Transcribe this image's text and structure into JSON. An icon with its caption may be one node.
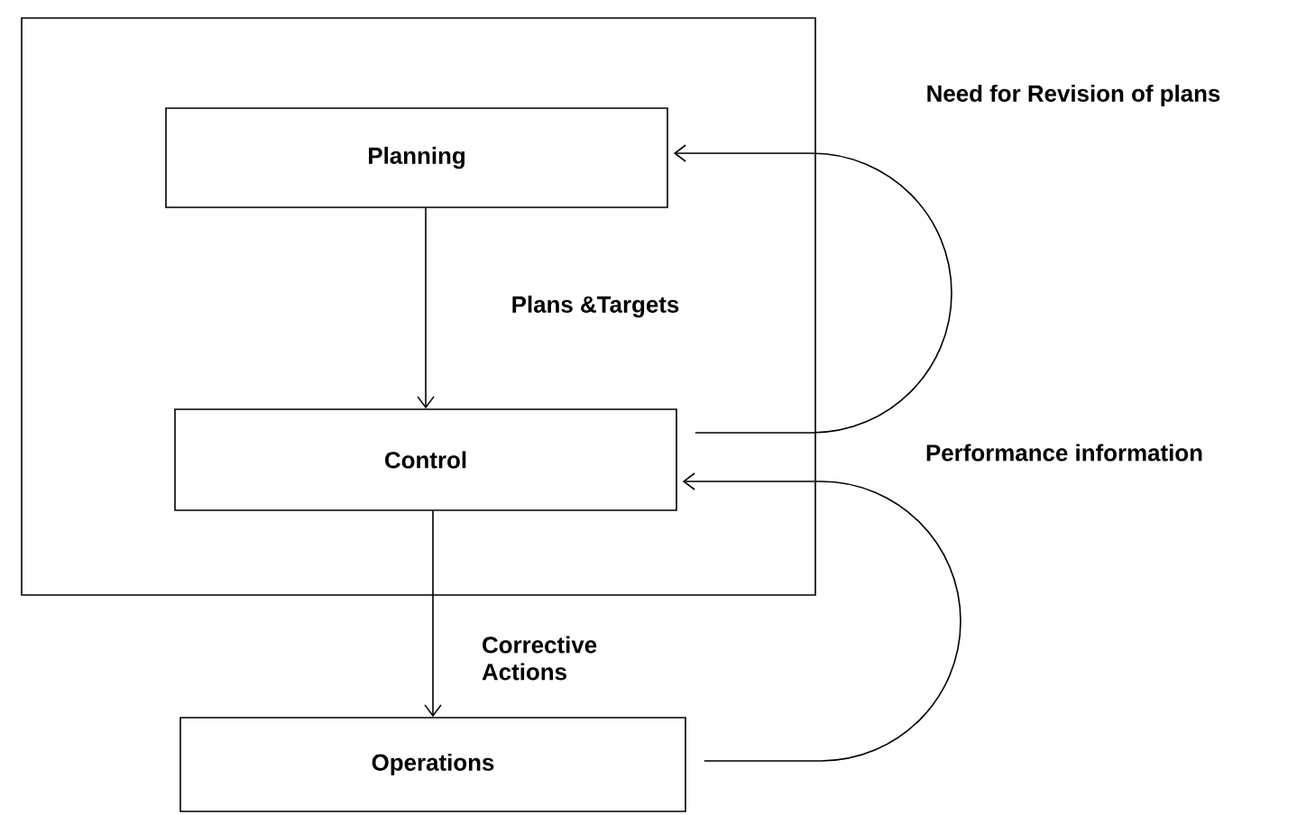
{
  "diagram": {
    "nodes": [
      {
        "text": [],
        "shape": "box"
      },
      {
        "text": [
          "Planning"
        ],
        "in": 0
      },
      {
        "text": [
          "Control"
        ],
        "in": 0
      },
      {
        "text": [
          "Operations"
        ]
      }
    ],
    "edges": [
      {
        "from": 1,
        "to": 2,
        "arrow": "to",
        "label": "Plans &Targets"
      },
      {
        "from": 2,
        "to": 1,
        "arrow": "to",
        "label": "Need for Revision of plans"
      },
      {
        "from": 2,
        "to": 3,
        "arrow": "to",
        "label": "Corrective Actions"
      },
      {
        "from": 3,
        "to": 2,
        "arrow": "to",
        "label": "Performance information"
      }
    ]
  }
}
